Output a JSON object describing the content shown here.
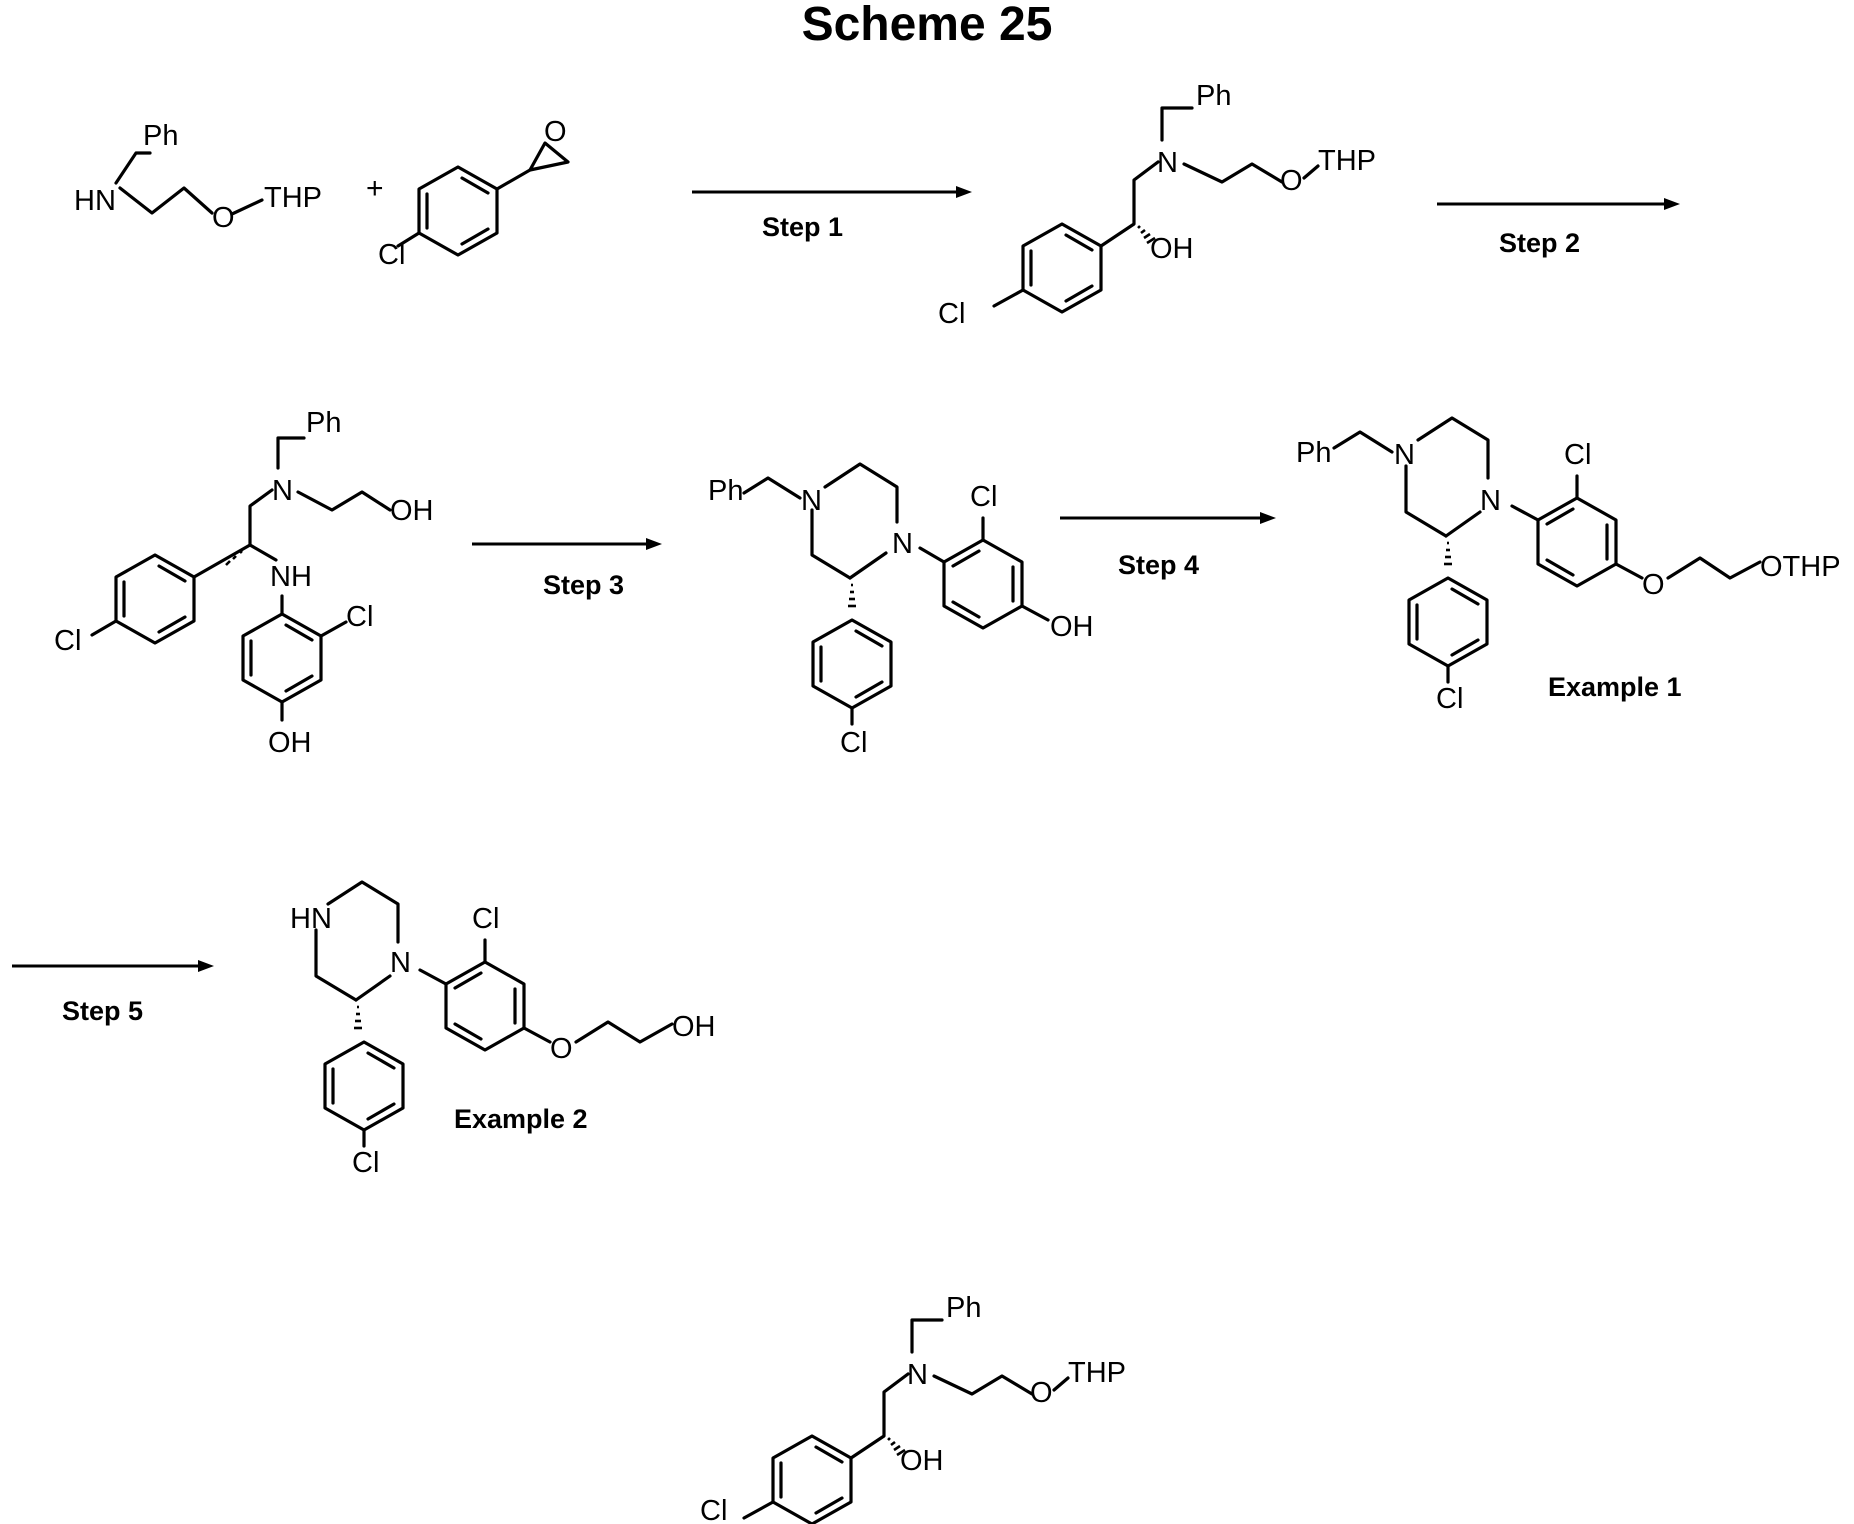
{
  "title": "Scheme 25",
  "plus": "+",
  "steps": {
    "s1": "Step 1",
    "s2": "Step 2",
    "s3": "Step 3",
    "s4": "Step 4",
    "s5": "Step 5"
  },
  "examples": {
    "e1": "Example 1",
    "e2": "Example 2"
  },
  "atoms": {
    "ph": "Ph",
    "hn": "HN",
    "nh": "NH",
    "n": "N",
    "o": "O",
    "thp": "THP",
    "othp": "OTHP",
    "cl": "Cl",
    "oh": "OH"
  }
}
